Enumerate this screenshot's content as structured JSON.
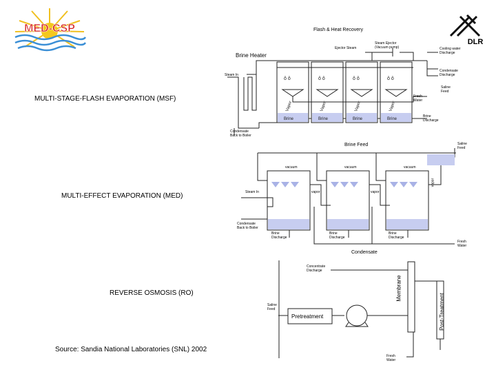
{
  "logo_left": {
    "text": "MED-CSP"
  },
  "logo_right": {
    "text": "DLR"
  },
  "labels": {
    "msf": "MULTI-STAGE-FLASH EVAPORATION (MSF)",
    "med": "MULTI-EFFECT EVAPORATION (MED)",
    "ro": "REVERSE OSMOSIS (RO)",
    "source": "Source: Sandia National Laboratories (SNL) 2002"
  },
  "msf": {
    "title": "Flash & Heat Recovery",
    "brine_heater": "Brine Heater",
    "ejector_steam": "Ejector Steam",
    "steam_ejector": "Steam Ejector\n(Vacuum pump)",
    "cooling_water": "Cooling water\nDischarge",
    "steam_in": "Steam In",
    "condensate_discharge": "Condensate\nDischarge",
    "saline_feed": "Saline\nFeed",
    "fresh_water": "Fresh\nWater",
    "brine_discharge": "Brine\nDischarge",
    "condensate_back": "Condensate\nBack to Boiler",
    "vapor": "Vapor",
    "brine": "Brine"
  },
  "med": {
    "brine_feed": "Brine Feed",
    "saline_feed": "Saline\nFeed",
    "vacuum": "vacuum",
    "vapor": "vapor",
    "steam_in": "Steam In",
    "condensate_back": "Condensate\nBack to Boiler",
    "brine_discharge": "Brine\nDischarge",
    "fresh_water": "Fresh\nWater",
    "condensate": "Condensate"
  },
  "ro": {
    "concentrate": "Concentrate\nDischarge",
    "membrane": "Membrane",
    "post_treatment": "Post-Treatment",
    "saline_feed": "Saline\nFeed",
    "pretreatment": "Pretreatment",
    "fresh_water": "Fresh\nWater"
  },
  "colors": {
    "water": "#c7cdf0",
    "line": "#222222",
    "logo_red": "#d42020",
    "logo_blue": "#3b8fd6",
    "logo_yellow": "#f0c020"
  }
}
